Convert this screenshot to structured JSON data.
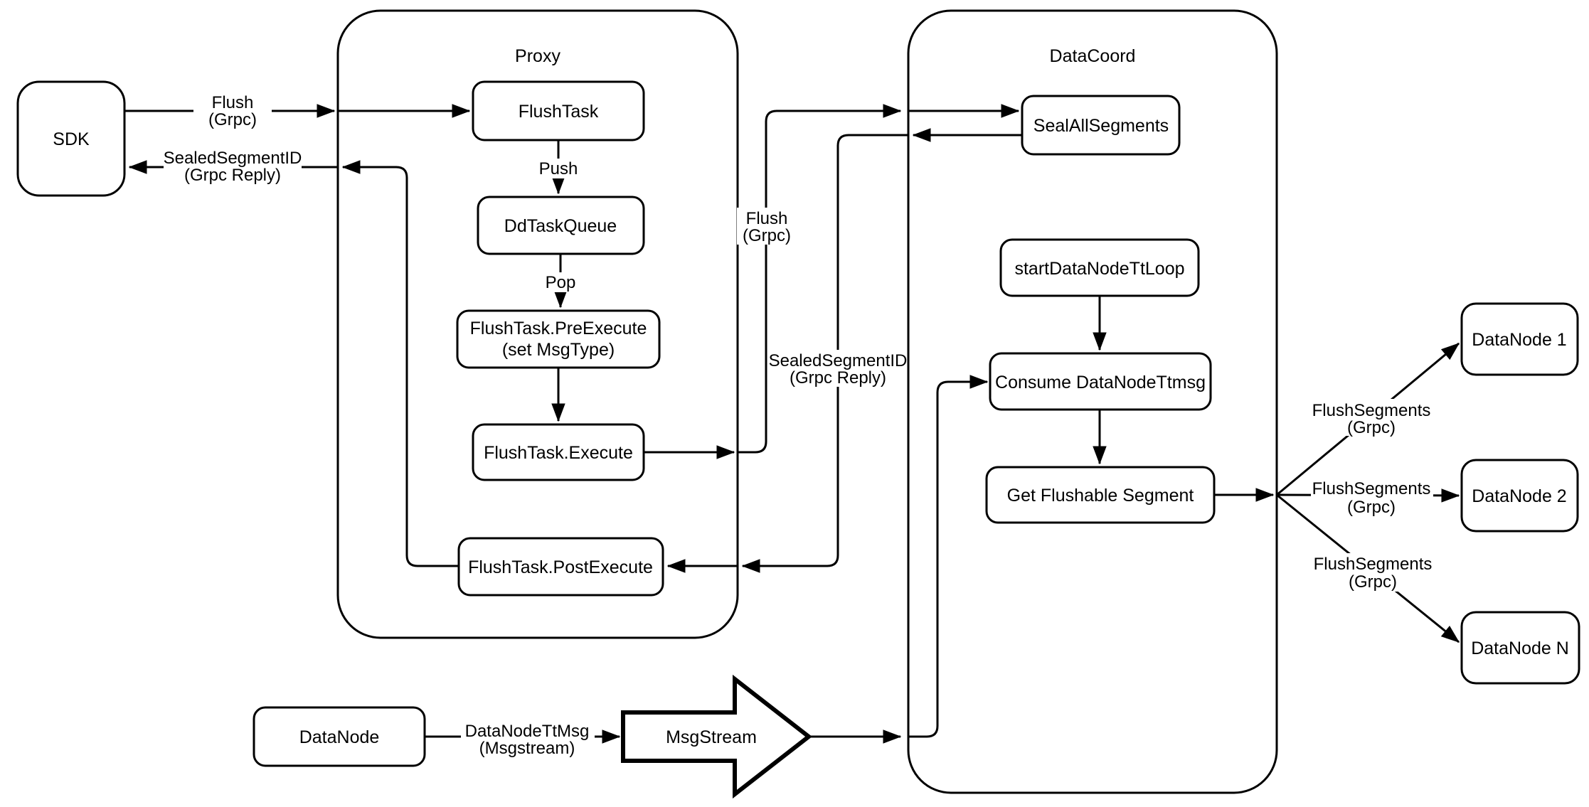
{
  "diagram": {
    "containers": {
      "proxy": "Proxy",
      "datacoord": "DataCoord"
    },
    "nodes": {
      "sdk": "SDK",
      "flush_task": "FlushTask",
      "dd_task_queue": "DdTaskQueue",
      "pre_execute_line1": "FlushTask.PreExecute",
      "pre_execute_line2": "(set MsgType)",
      "execute": "FlushTask.Execute",
      "post_execute": "FlushTask.PostExecute",
      "seal_all_segments": "SealAllSegments",
      "start_datanode_tt_loop": "startDataNodeTtLoop",
      "consume_datanode_ttmsg": "Consume DataNodeTtmsg",
      "get_flushable_segment": "Get Flushable Segment",
      "datanode1": "DataNode 1",
      "datanode2": "DataNode 2",
      "datanode_n": "DataNode N",
      "datanode": "DataNode",
      "msgstream": "MsgStream"
    },
    "edge_labels": {
      "sdk_flush_line1": "Flush",
      "sdk_flush_line2": "(Grpc)",
      "sdk_reply_line1": "SealedSegmentID",
      "sdk_reply_line2": "(Grpc Reply)",
      "push": "Push",
      "pop": "Pop",
      "mid_flush_line1": "Flush",
      "mid_flush_line2": "(Grpc)",
      "mid_reply_line1": "SealedSegmentID",
      "mid_reply_line2": "(Grpc Reply)",
      "flush_segments1_line1": "FlushSegments",
      "flush_segments1_line2": "(Grpc)",
      "flush_segments2_line1": "FlushSegments",
      "flush_segments2_line2": "(Grpc)",
      "flush_segments3_line1": "FlushSegments",
      "flush_segments3_line2": "(Grpc)",
      "datanode_ttmsg_line1": "DataNodeTtMsg",
      "datanode_ttmsg_line2": "(Msgstream)"
    },
    "colors": {
      "stroke": "#000000",
      "fill": "#ffffff"
    }
  }
}
